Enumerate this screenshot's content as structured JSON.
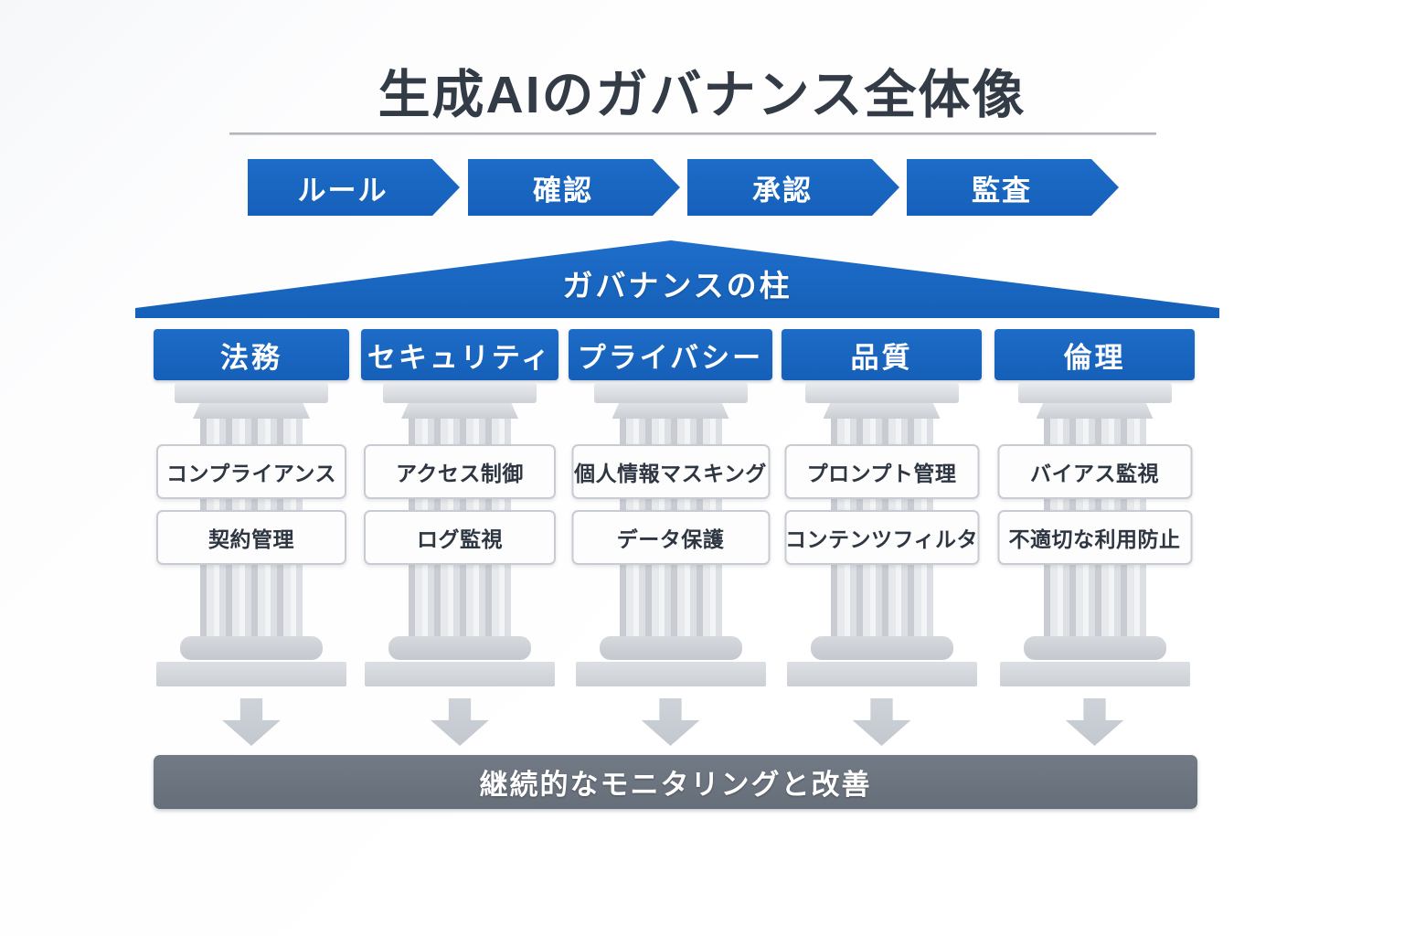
{
  "title": "生成AIのガバナンス全体像",
  "process_flow": {
    "steps": [
      {
        "label": "ルール"
      },
      {
        "label": "確認"
      },
      {
        "label": "承認"
      },
      {
        "label": "監査"
      }
    ]
  },
  "pediment": {
    "label": "ガバナンスの柱"
  },
  "pillars": [
    {
      "header": "法務",
      "items": [
        "コンプライアンス",
        "契約管理"
      ]
    },
    {
      "header": "セキュリティ",
      "items": [
        "アクセス制御",
        "ログ監視"
      ]
    },
    {
      "header": "プライバシー",
      "items": [
        "個人情報マスキング",
        "データ保護"
      ]
    },
    {
      "header": "品質",
      "items": [
        "プロンプト管理",
        "コンテンツフィルタ"
      ]
    },
    {
      "header": "倫理",
      "items": [
        "バイアス監視",
        "不適切な利用防止"
      ]
    }
  ],
  "footer": {
    "label": "継続的なモニタリングと改善"
  },
  "colors": {
    "primary_blue": "#1b66c1",
    "footer_gray": "#6d7580",
    "pillar_gray": "#d2d6db",
    "arrow_gray": "#c9cdd4",
    "title_text": "#333b47"
  }
}
